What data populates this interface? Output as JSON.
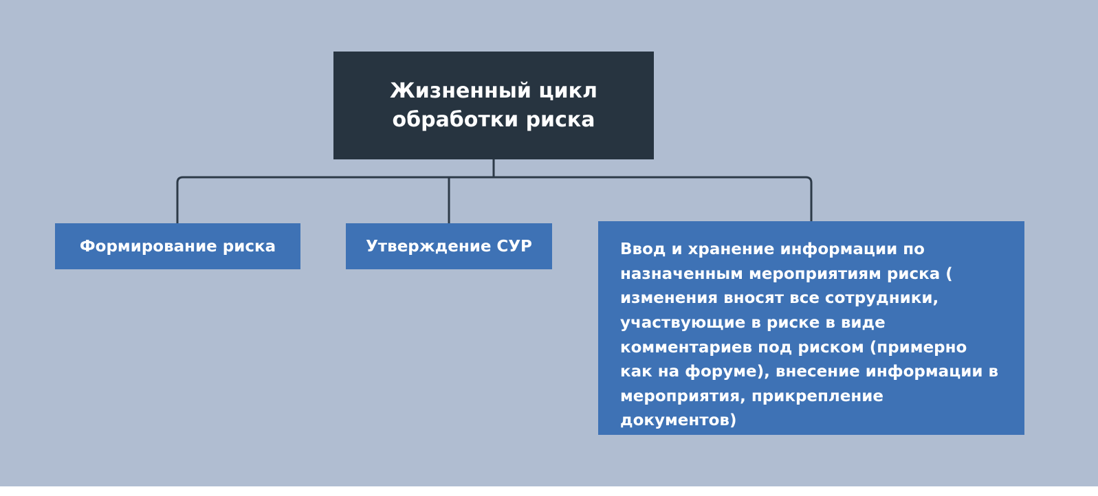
{
  "diagram": {
    "root": {
      "label": "Жизненный цикл обработки риска"
    },
    "children": [
      {
        "label": "Формирование риска"
      },
      {
        "label": "Утверждение СУР"
      },
      {
        "label": "Ввод и хранение информации по назначенным мероприятиям риска ( изменения вносят все сотрудники, участвующие в риске в виде комментариев под риском (примерно как на форуме), внесение информации в мероприятия, прикрепление документов)"
      }
    ],
    "colors": {
      "background": "#b0bdd1",
      "root_node": "#273440",
      "child_node": "#3e72b5",
      "connector": "#2d3a48",
      "text": "#ffffff"
    }
  }
}
